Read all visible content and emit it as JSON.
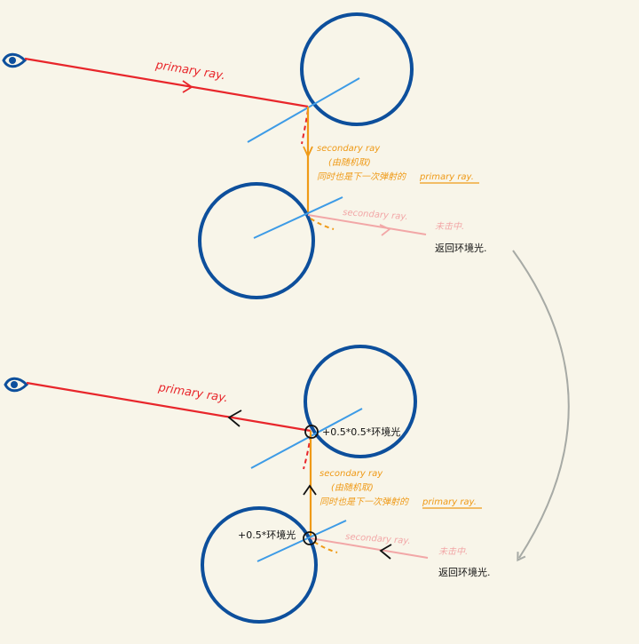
{
  "colors": {
    "background": "#f8f5e9",
    "sphere": "#0d4f9c",
    "normal_line": "#3d9be6",
    "primary_ray": "#e8262b",
    "secondary_ray": "#ef9a17",
    "miss_ray": "#f2a7a7",
    "transfer_arrow": "#a7aaa5",
    "ink": "#111111"
  },
  "top": {
    "primary_ray_label": "primary ray.",
    "secondary_ray_label": "secondary ray",
    "secondary_note_1": "(由随机取)",
    "secondary_note_2": "同时也是下一次弹射的",
    "secondary_note_primary": "primary ray.",
    "miss_ray_label": "secondary ray.",
    "miss_label": "未击中.",
    "return_label": "返回环境光."
  },
  "bottom": {
    "primary_ray_label": "primary ray.",
    "secondary_ray_label": "secondary ray",
    "secondary_note_1": "(由随机取)",
    "secondary_note_2": "同时也是下一次弹射的",
    "secondary_note_primary": "primary ray.",
    "miss_ray_label": "secondary ray.",
    "miss_label": "未击中.",
    "return_label": "返回环境光.",
    "upper_hit_value": "+0.5*0.5*环境光",
    "lower_hit_value": "+0.5*环境光"
  }
}
